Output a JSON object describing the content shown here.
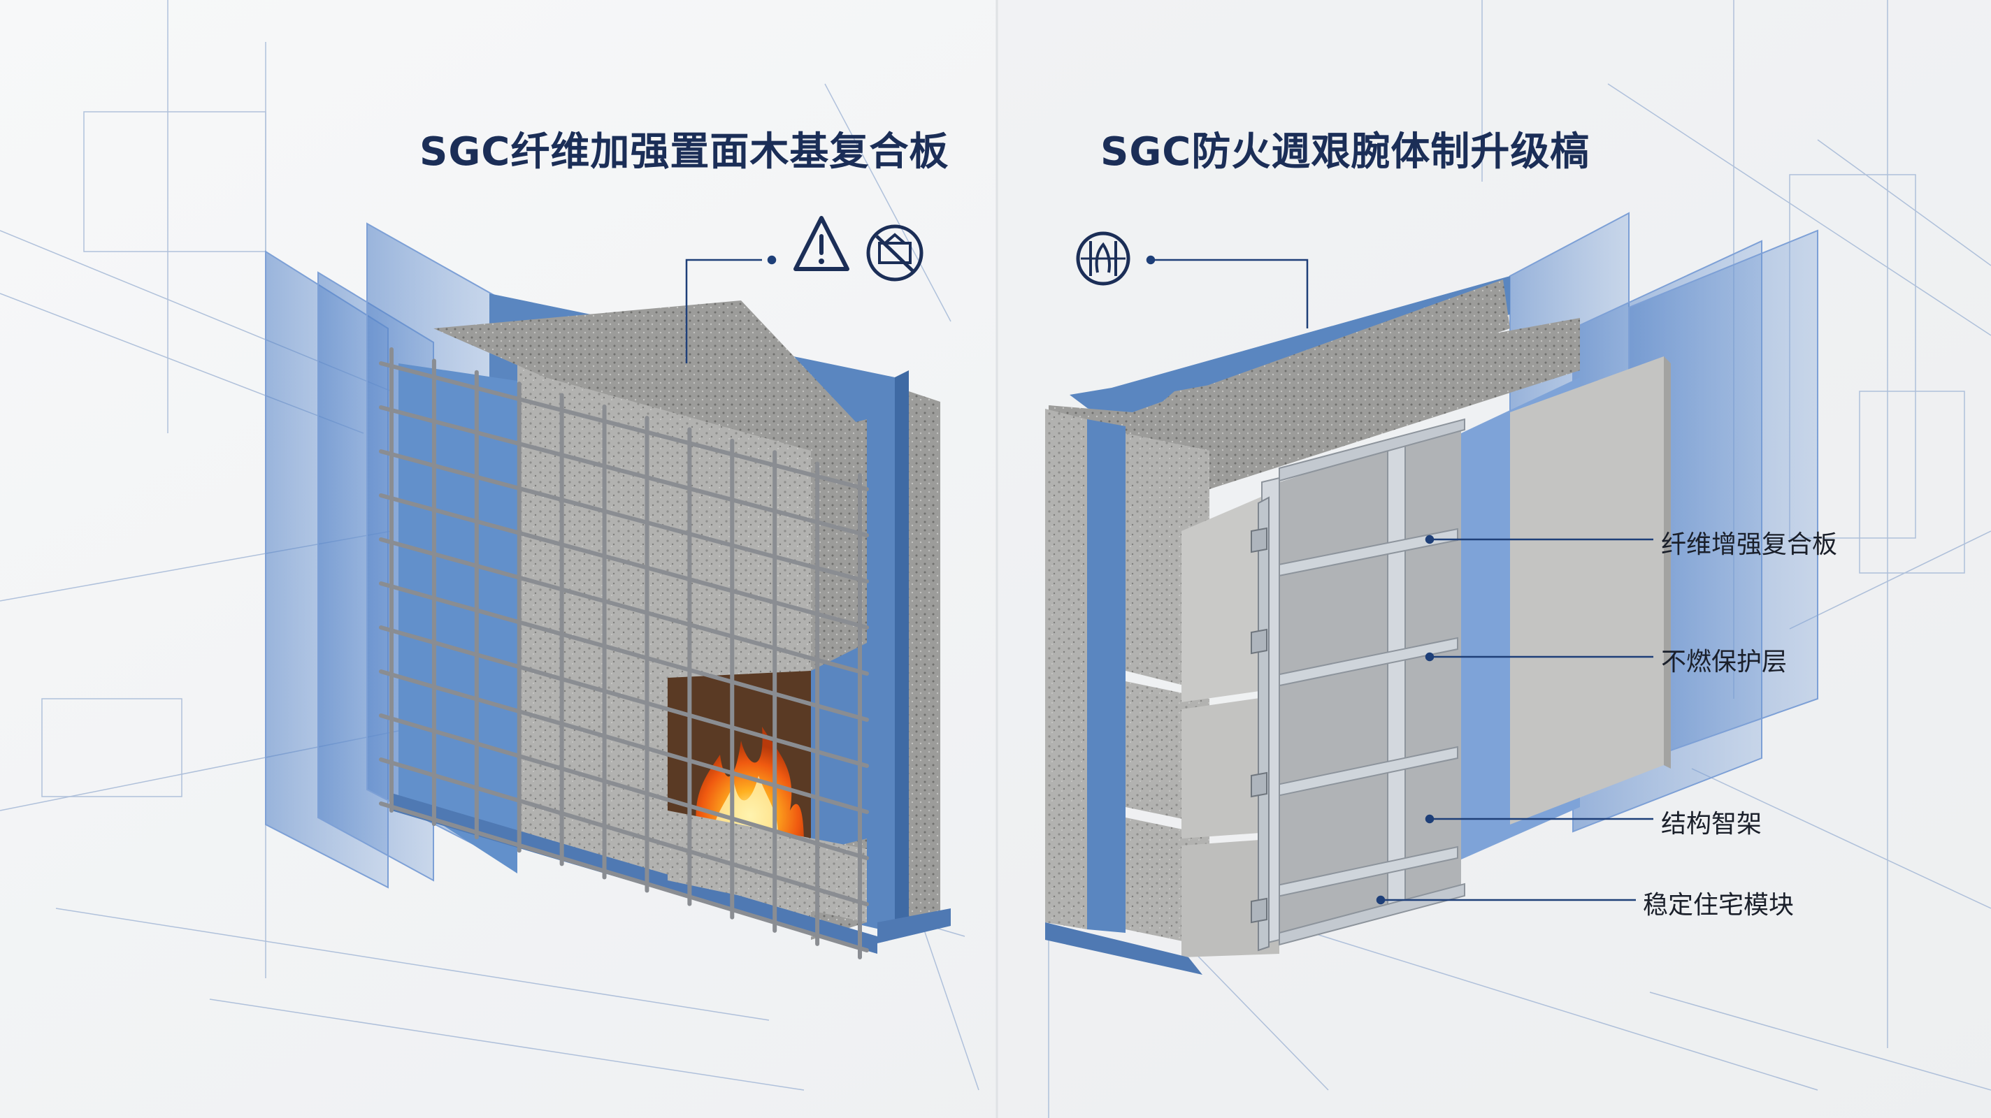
{
  "left_panel": {
    "title": "SGC纤维加强置面木基复合板",
    "icons": [
      "warning-triangle-icon",
      "no-moisture-icon"
    ]
  },
  "right_panel": {
    "title": "SGC防火週艰腕体制升级槁",
    "icons": [
      "fire-resistance-badge-icon"
    ],
    "callouts": [
      {
        "label": "纤维增强复合板"
      },
      {
        "label": "不燃保护层"
      },
      {
        "label": "结构智架"
      },
      {
        "label": "稳定住宅模块"
      }
    ]
  },
  "colors": {
    "title": "#1b2e57",
    "accent_blue": "#5b86c2",
    "concrete": "#b3b3b1",
    "steel": "#c7ced6",
    "fire": "#ff7a1a",
    "background": "#f3f4f5"
  }
}
